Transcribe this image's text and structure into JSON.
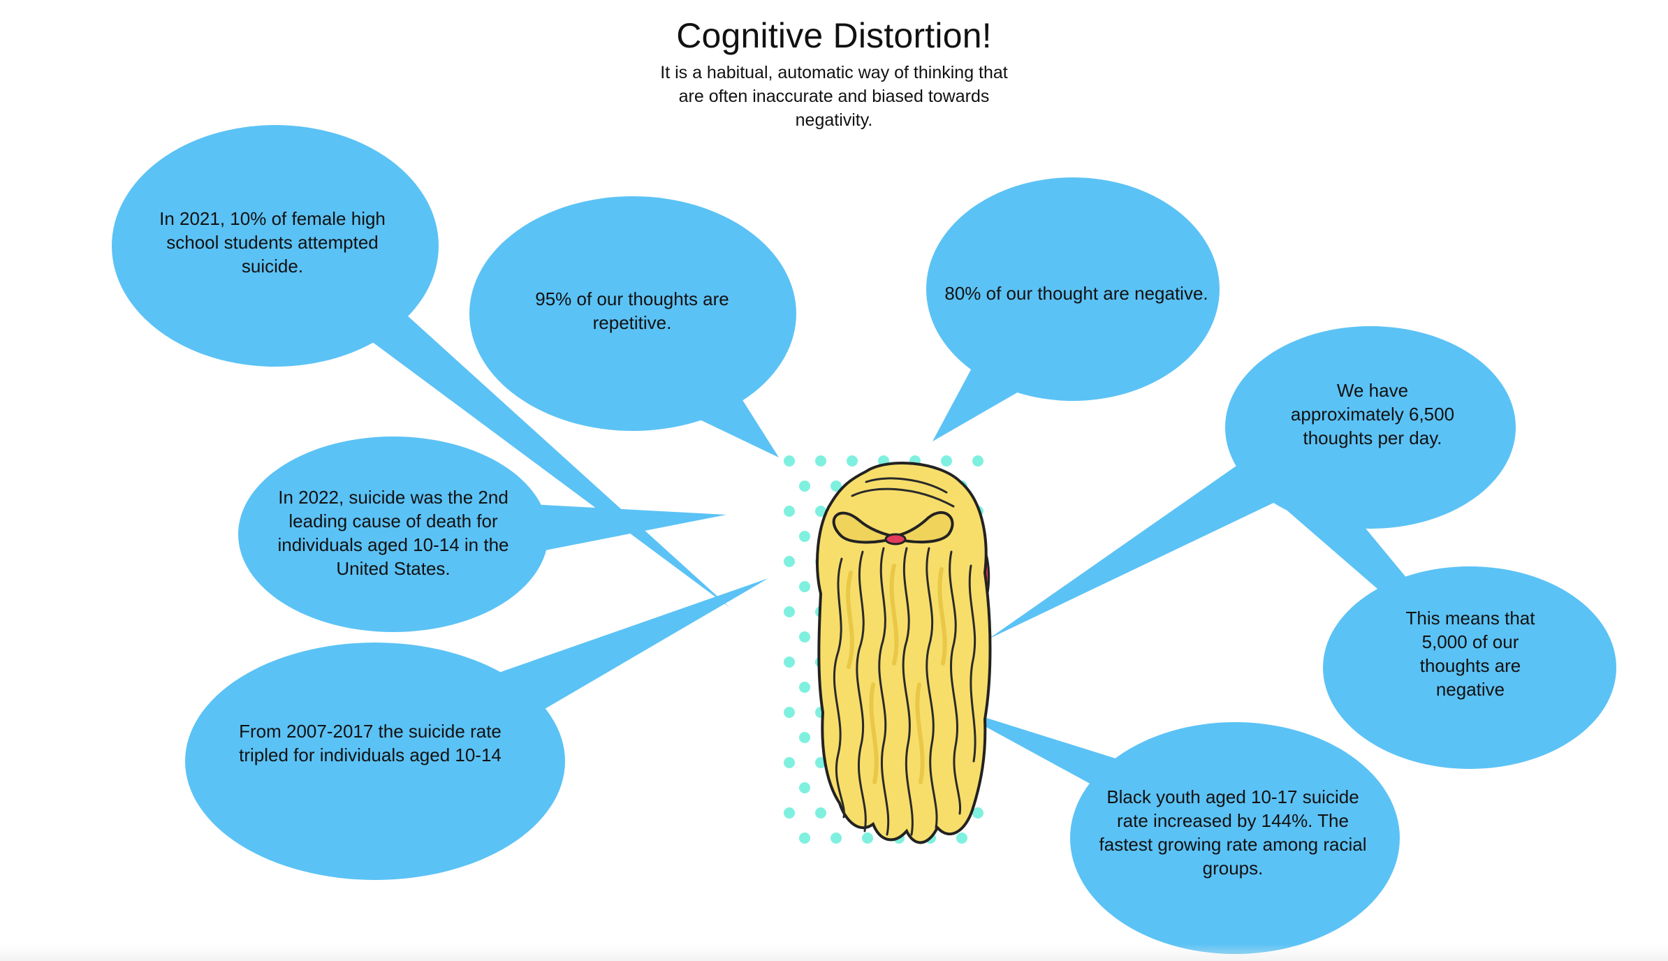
{
  "header": {
    "title": "Cognitive Distortion!",
    "subtitle": "It is a habitual, automatic way of thinking that are often inaccurate and biased towards negativity."
  },
  "colors": {
    "bubble": "#5BC2F5",
    "hair": "#F7DE6A",
    "hair_shadow": "#E7C342",
    "dots": "#7FF0DF",
    "accent_red": "#E23B5C"
  },
  "bubbles": [
    {
      "id": "female-attempts",
      "text": "In 2021, 10% of female high school students attempted suicide."
    },
    {
      "id": "repetitive-thoughts",
      "text": "95% of our thoughts are repetitive."
    },
    {
      "id": "negative-thoughts",
      "text": "80% of our thought are negative."
    },
    {
      "id": "thoughts-per-day",
      "text": "We have approximately 6,500 thoughts per day."
    },
    {
      "id": "leading-cause",
      "text": "In 2022, suicide was the 2nd leading cause of death for individuals aged 10-14 in the United States."
    },
    {
      "id": "negative-count",
      "text": "This means that 5,000 of our thoughts are negative"
    },
    {
      "id": "rate-tripled",
      "text": "From 2007-2017 the suicide rate tripled for individuals aged 10-14"
    },
    {
      "id": "black-youth",
      "text": "Black youth aged 10-17 suicide rate increased by 144%.  The fastest growing rate among racial groups."
    }
  ],
  "figure": {
    "icon": "long-hair-back-illustration"
  }
}
